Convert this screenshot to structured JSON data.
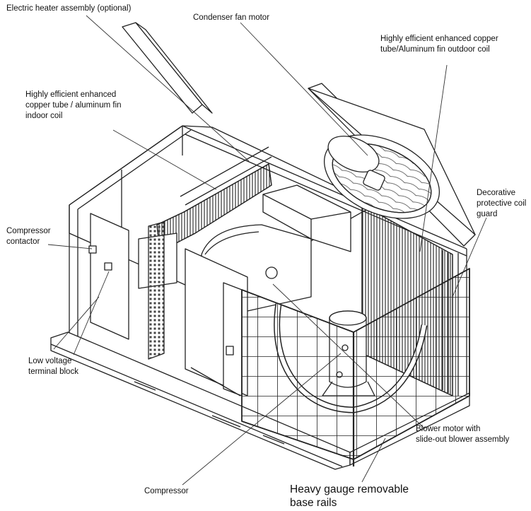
{
  "labels": {
    "electric_heater": "Electric heater assembly  (optional)",
    "condenser_fan_motor": "Condenser fan motor",
    "outdoor_coil_line1": "Highly efficient enhanced copper",
    "outdoor_coil_line2": "tube/Aluminum fin outdoor coil",
    "indoor_coil_line1": "Highly efficient enhanced",
    "indoor_coil_line2": "copper tube / aluminum fin",
    "indoor_coil_line3": "indoor coil",
    "coil_guard_line1": "Decorative",
    "coil_guard_line2": "protective coil",
    "coil_guard_line3": "guard",
    "compressor_contactor_line1": "Compressor",
    "compressor_contactor_line2": "contactor",
    "low_voltage_line1": "Low voltage",
    "low_voltage_line2": "terminal block",
    "blower_motor_line1": "Blower motor with",
    "blower_motor_line2": "slide-out blower assembly",
    "compressor": "Compressor",
    "base_rails_line1": "Heavy gauge removable",
    "base_rails_line2": "base rails"
  }
}
